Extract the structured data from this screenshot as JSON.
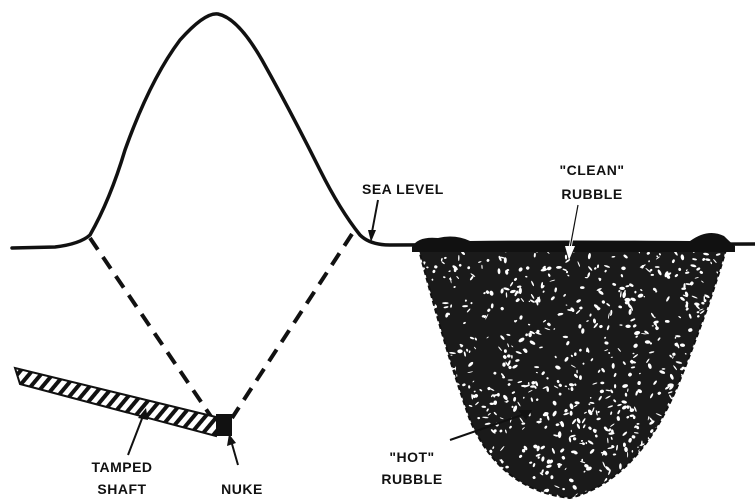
{
  "labels": {
    "sea_level": "SEA LEVEL",
    "clean_rubble_line1": "\"CLEAN\"",
    "clean_rubble_line2": "RUBBLE",
    "hot_rubble_line1": "\"HOT\"",
    "hot_rubble_line2": "RUBBLE",
    "tamped_shaft_line1": "TAMPED",
    "tamped_shaft_line2": "SHAFT",
    "nuke": "NUKE"
  },
  "colors": {
    "ink": "#111111",
    "background": "#ffffff",
    "rubble_fill": "#1a1a1a",
    "rubble_speck": "#ffffff"
  }
}
